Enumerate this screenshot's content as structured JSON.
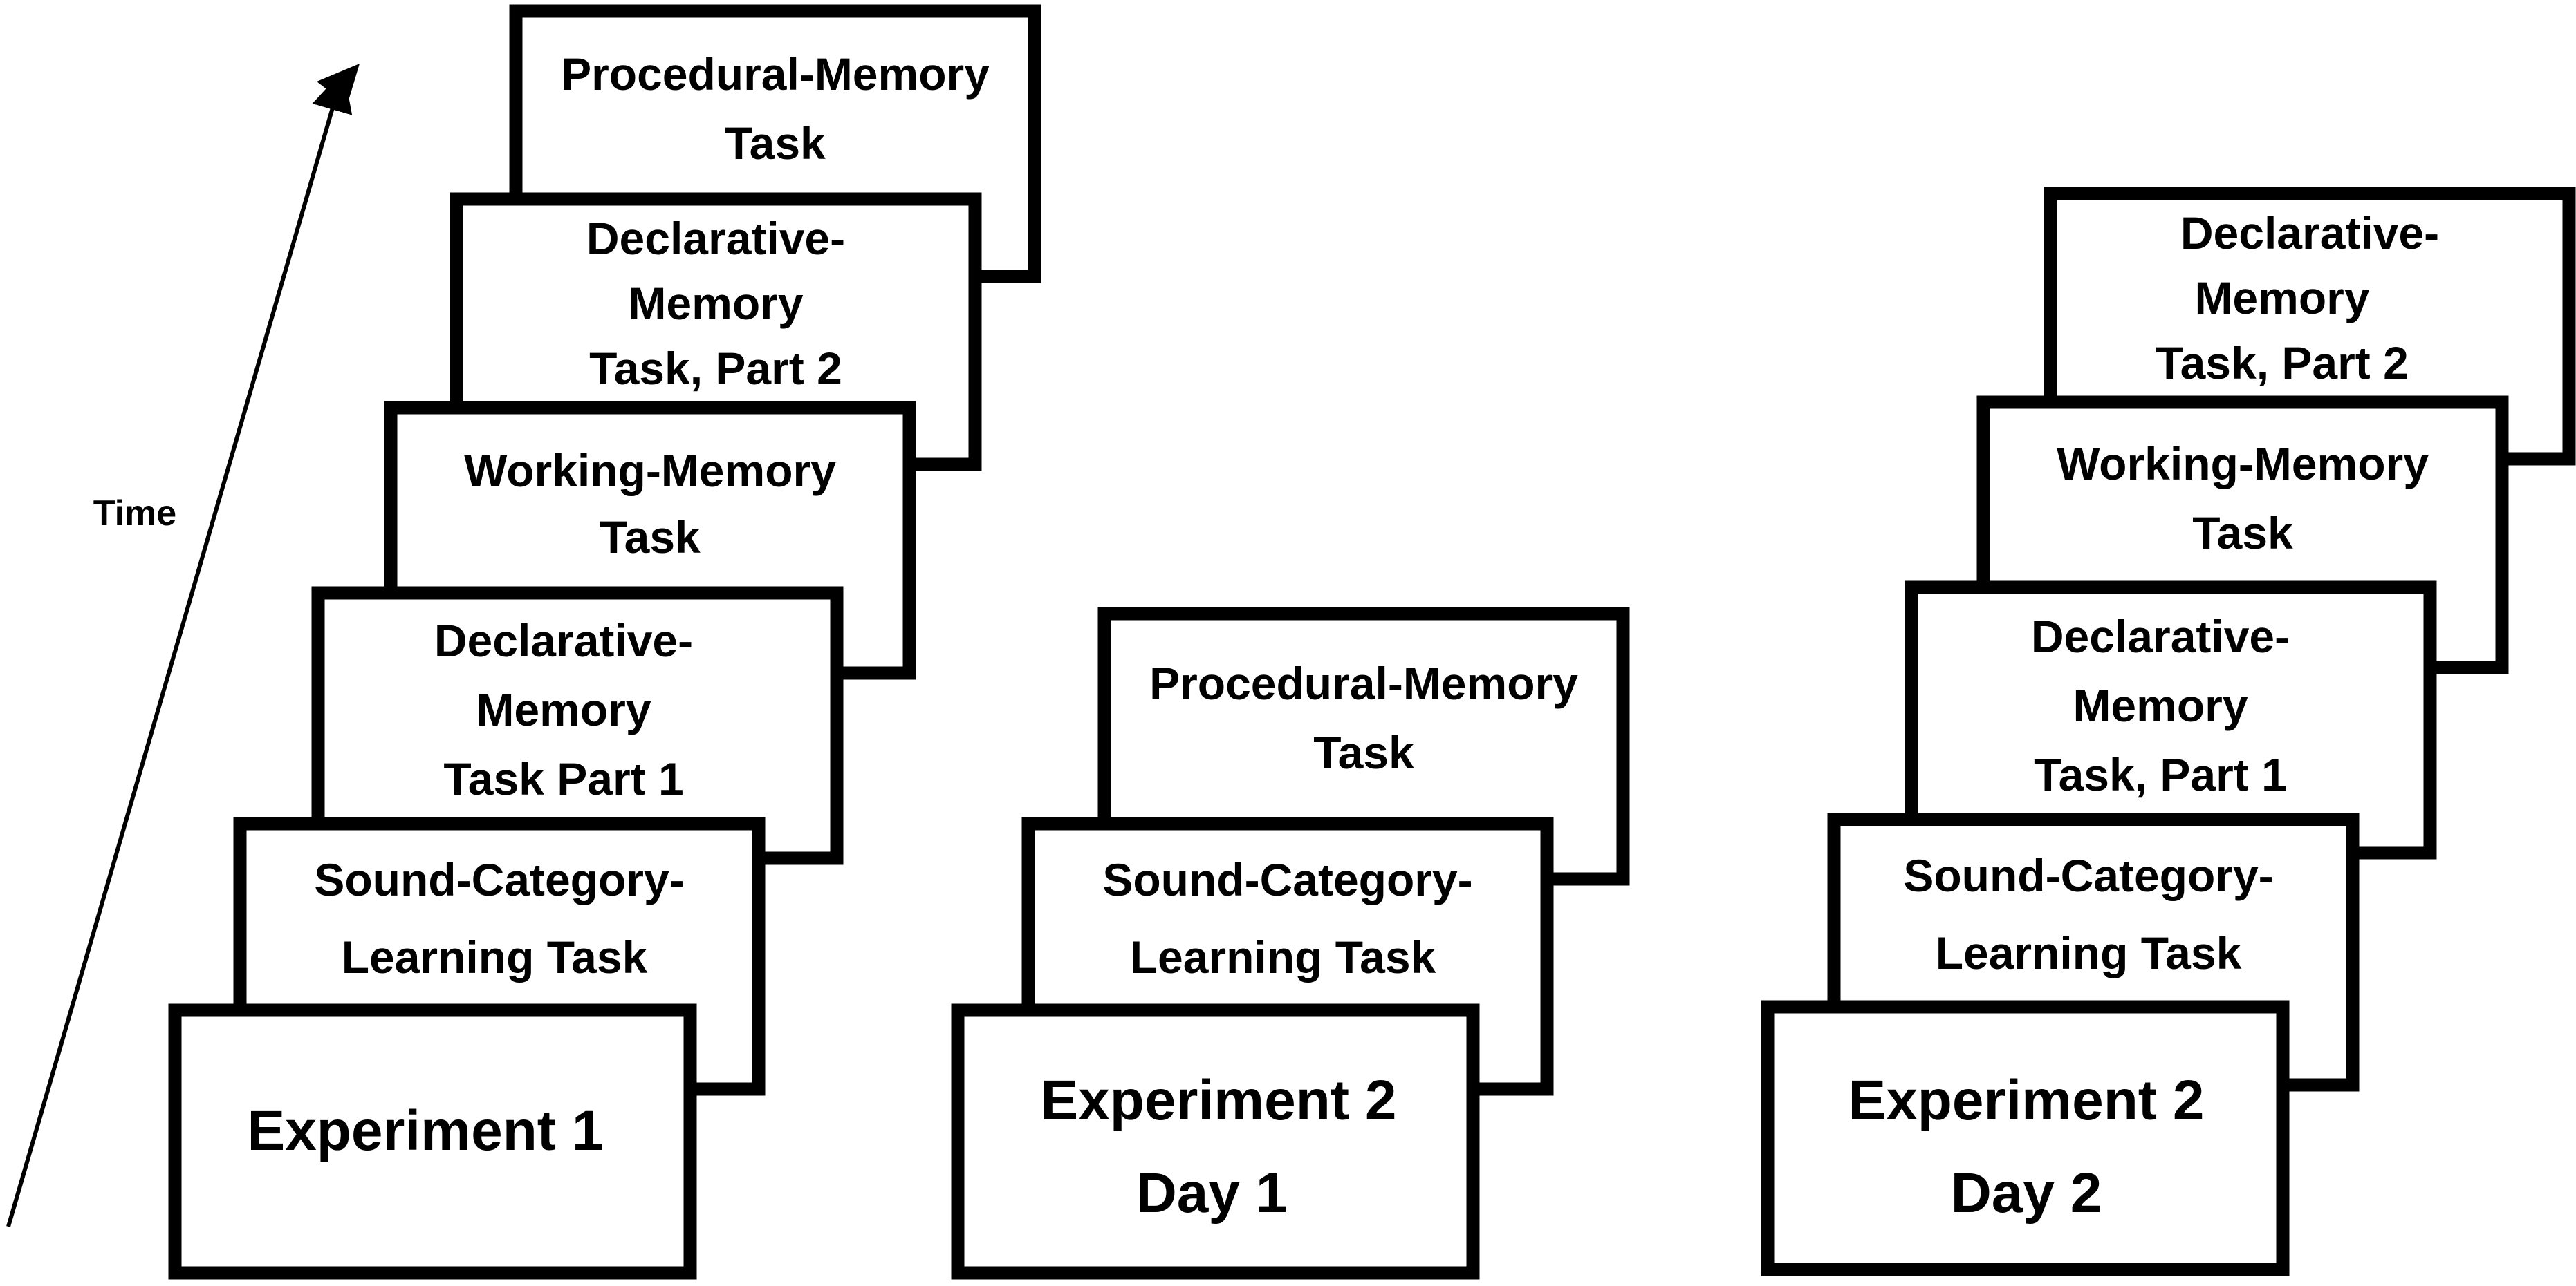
{
  "time_axis": {
    "label": "Time"
  },
  "stacks": {
    "exp1": {
      "title_lines": [
        "Experiment 1"
      ],
      "cards": {
        "c1": {
          "lines": [
            "Sound-Category-",
            "Learning Task"
          ]
        },
        "c2": {
          "lines": [
            "Declarative-",
            "Memory",
            "Task Part 1"
          ]
        },
        "c3": {
          "lines": [
            "Working-Memory",
            "Task"
          ]
        },
        "c4": {
          "lines": [
            "Declarative-",
            "Memory",
            "Task, Part 2"
          ]
        },
        "c5": {
          "lines": [
            "Procedural-Memory",
            "Task"
          ]
        }
      }
    },
    "exp2d1": {
      "title_lines": [
        "Experiment 2",
        "Day 1"
      ],
      "cards": {
        "c1": {
          "lines": [
            "Sound-Category-",
            "Learning Task"
          ]
        },
        "c2": {
          "lines": [
            "Procedural-Memory",
            "Task"
          ]
        }
      }
    },
    "exp2d2": {
      "title_lines": [
        "Experiment 2",
        "Day 2"
      ],
      "cards": {
        "c1": {
          "lines": [
            "Sound-Category-",
            "Learning Task"
          ]
        },
        "c2": {
          "lines": [
            "Declarative-",
            "Memory",
            "Task, Part 1"
          ]
        },
        "c3": {
          "lines": [
            "Working-Memory",
            "Task"
          ]
        },
        "c4": {
          "lines": [
            "Declarative-",
            "Memory",
            "Task, Part 2"
          ]
        }
      }
    }
  }
}
